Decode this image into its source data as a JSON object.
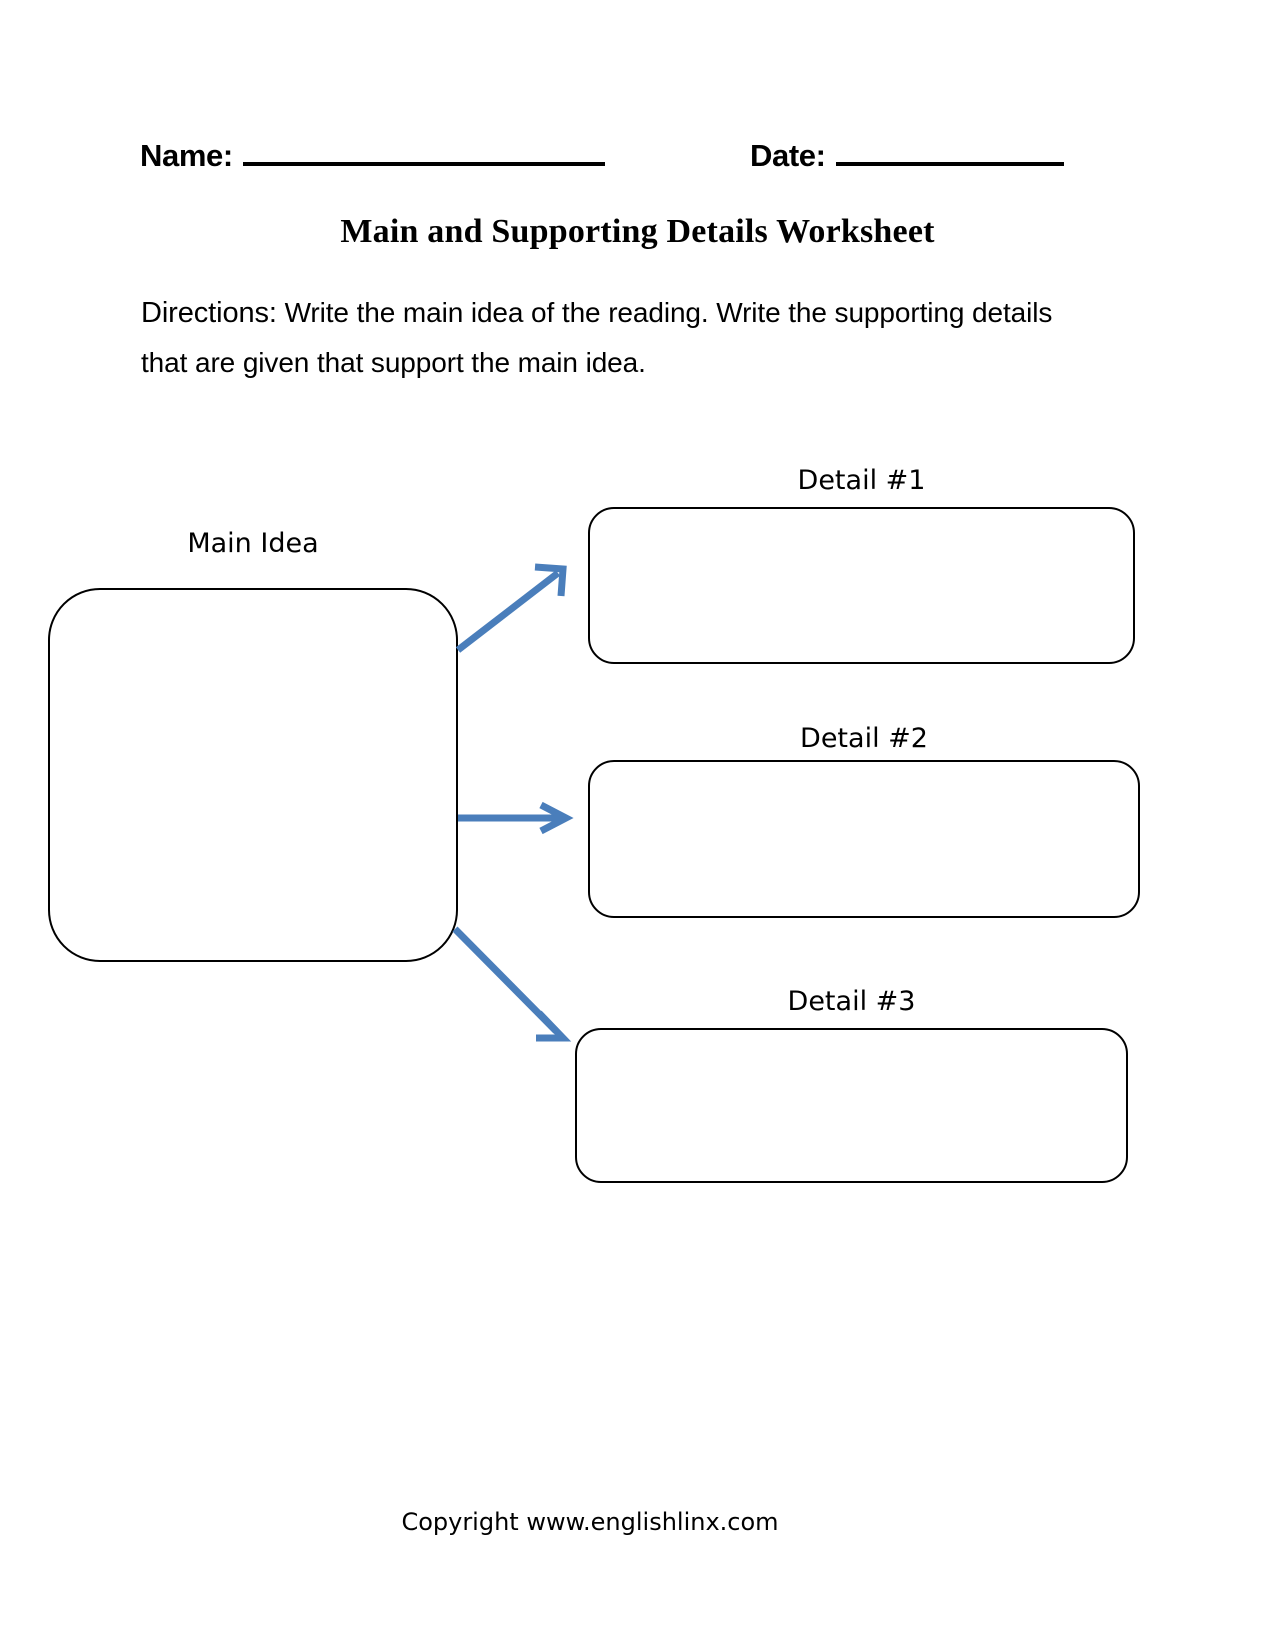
{
  "header": {
    "name_label": "Name:",
    "date_label": "Date:"
  },
  "title": "Main and Supporting Details Worksheet",
  "directions": {
    "lead": "Directions:",
    "body": " Write the main idea of the reading. Write the supporting details that are given that support the main idea."
  },
  "diagram": {
    "main_idea": {
      "label": "Main Idea",
      "value": ""
    },
    "details": [
      {
        "label": "Detail #1",
        "value": ""
      },
      {
        "label": "Detail #2",
        "value": ""
      },
      {
        "label": "Detail #3",
        "value": ""
      }
    ],
    "arrow_color": "#4A7EBB",
    "box_border_color": "#000000"
  },
  "footer": {
    "copyright": "Copyright www.englishlinx.com"
  }
}
